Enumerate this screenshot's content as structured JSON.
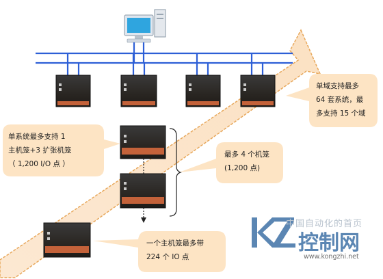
{
  "bubbles": {
    "domain": [
      "单域支持最多",
      "64 套系统，最",
      "多支持 15 个域"
    ],
    "system": [
      "单系统最多支持 1",
      "主机笼+3 扩张机笼",
      "（ 1,200 I/O 点 ）"
    ],
    "cages": [
      "最多 4 个机笼",
      "(1,200 点)"
    ],
    "main_cage": [
      "一个主机笼最多带",
      "224 个 IO 点"
    ]
  },
  "watermark": {
    "slogan": "中国自动化的首页",
    "logo_kz": "KZ",
    "logo_text": "控制网",
    "url": "www.kongzhi.net"
  },
  "colors": {
    "network_line": "#2d5fd6",
    "bubble_fill": "#fde4c4",
    "arrow_fill": "#fbe6cc",
    "watermark_blue": "#5b86b3"
  }
}
